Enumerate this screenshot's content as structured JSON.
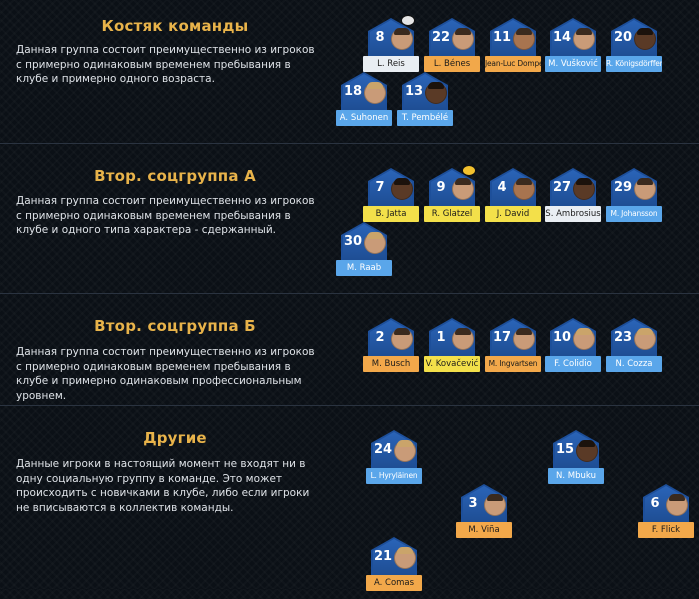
{
  "groups": [
    {
      "title": "Костяк команды",
      "description": "Данная группа состоит преимущественно из игроков с примерно одинаковым временем пребывания в клубе и примерно одного возраста.",
      "players": [
        {
          "number": "8",
          "name": "L. Reis",
          "tag_color": "#e9eef3",
          "badge": "white"
        },
        {
          "number": "22",
          "name": "L. Bénes",
          "tag_color": "#f2a84a"
        },
        {
          "number": "11",
          "name": "Jean-Luc Dompé",
          "tag_color": "#f2a84a"
        },
        {
          "number": "14",
          "name": "M. Vušković",
          "tag_color": "#5aa6ea"
        },
        {
          "number": "20",
          "name": "R. Königsdörffer",
          "tag_color": "#5aa6ea"
        },
        {
          "number": "18",
          "name": "A. Suhonen",
          "tag_color": "#5aa6ea"
        },
        {
          "number": "13",
          "name": "T. Pembélé",
          "tag_color": "#5aa6ea"
        }
      ]
    },
    {
      "title": "Втор. соцгруппа А",
      "description": "Данная группа состоит преимущественно из игроков с примерно одинаковым временем пребывания в клубе и одного типа характера - сдержанный.",
      "players": [
        {
          "number": "7",
          "name": "B. Jatta",
          "tag_color": "#f3e04a"
        },
        {
          "number": "9",
          "name": "R. Glatzel",
          "tag_color": "#f3e04a",
          "badge": "yellow"
        },
        {
          "number": "4",
          "name": "J. David",
          "tag_color": "#f3e04a"
        },
        {
          "number": "27",
          "name": "S. Ambrosius",
          "tag_color": "#e9eef3"
        },
        {
          "number": "29",
          "name": "M. Johansson",
          "tag_color": "#5aa6ea"
        },
        {
          "number": "30",
          "name": "M. Raab",
          "tag_color": "#5aa6ea"
        }
      ]
    },
    {
      "title": "Втор. соцгруппа Б",
      "description": "Данная группа состоит преимущественно из игроков с примерно одинаковым временем пребывания в клубе и примерно одинаковым профессиональным уровнем.",
      "players": [
        {
          "number": "2",
          "name": "M. Busch",
          "tag_color": "#f2a84a"
        },
        {
          "number": "1",
          "name": "V. Kovačević",
          "tag_color": "#f3e04a"
        },
        {
          "number": "17",
          "name": "M. Ingvartsen",
          "tag_color": "#f2a84a"
        },
        {
          "number": "10",
          "name": "F. Colidio",
          "tag_color": "#5aa6ea"
        },
        {
          "number": "23",
          "name": "N. Cozza",
          "tag_color": "#5aa6ea"
        }
      ]
    },
    {
      "title": "Другие",
      "description": "Данные игроки в настоящий момент не входят ни в одну социальную группу в команде. Это может происходить с новичками в клубе, либо если игроки не вписываются в коллектив команды.",
      "players": [
        {
          "number": "24",
          "name": "L. Hyryläinen",
          "tag_color": "#5aa6ea"
        },
        {
          "number": "15",
          "name": "N. Mbuku",
          "tag_color": "#5aa6ea"
        },
        {
          "number": "3",
          "name": "M. Viña",
          "tag_color": "#f2a84a"
        },
        {
          "number": "6",
          "name": "F. Flick",
          "tag_color": "#f2a84a"
        },
        {
          "number": "21",
          "name": "A. Comas",
          "tag_color": "#f2a84a"
        }
      ]
    }
  ]
}
